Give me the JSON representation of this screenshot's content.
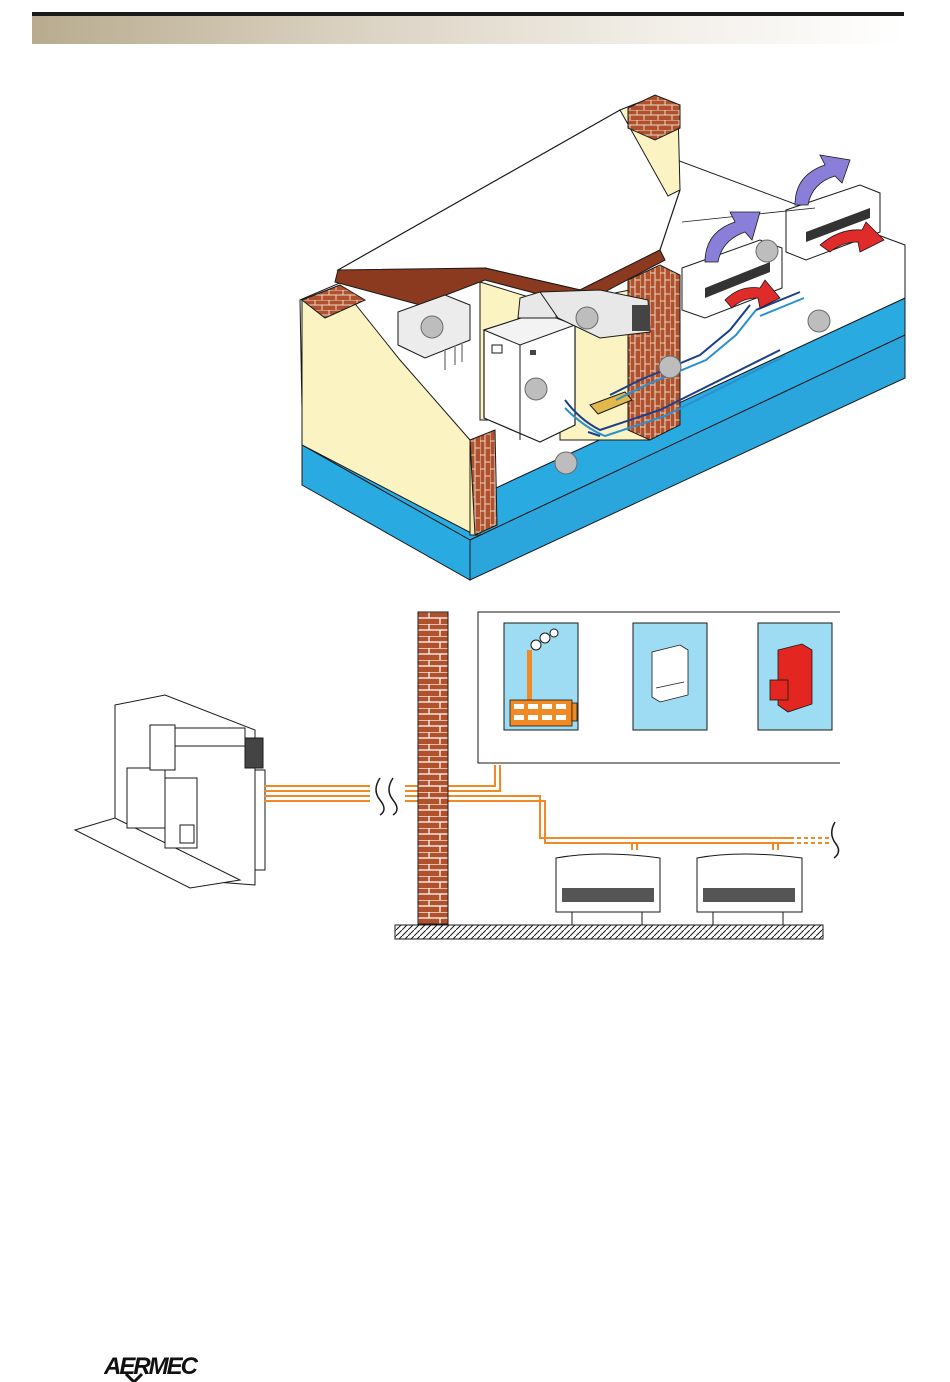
{
  "header": {
    "accent_color": "#b8ab8f"
  },
  "house_diagram": {
    "wall_color": "#fbf4c2",
    "floor_color": "#29abe2",
    "brick_color": "#b0512b",
    "roof_color": "#8b3a1f",
    "component_markers": 7,
    "icons": [
      "boiler-icon",
      "heat-pump-unit-icon",
      "fan-coil-icon",
      "manifold-icon",
      "duct-icon",
      "air-flow-arrow-icon"
    ]
  },
  "installation_diagram": {
    "pipe_color": "#f08a24",
    "heat_sources": [
      {
        "name": "district-heating-icon",
        "bg_color": "#9ddcf2"
      },
      {
        "name": "wall-boiler-icon",
        "bg_color": "#9ddcf2"
      },
      {
        "name": "floor-boiler-icon",
        "bg_color": "#9ddcf2"
      }
    ],
    "fan_coil_count": 2
  },
  "footer": {
    "logo_text": "AERMEC"
  }
}
